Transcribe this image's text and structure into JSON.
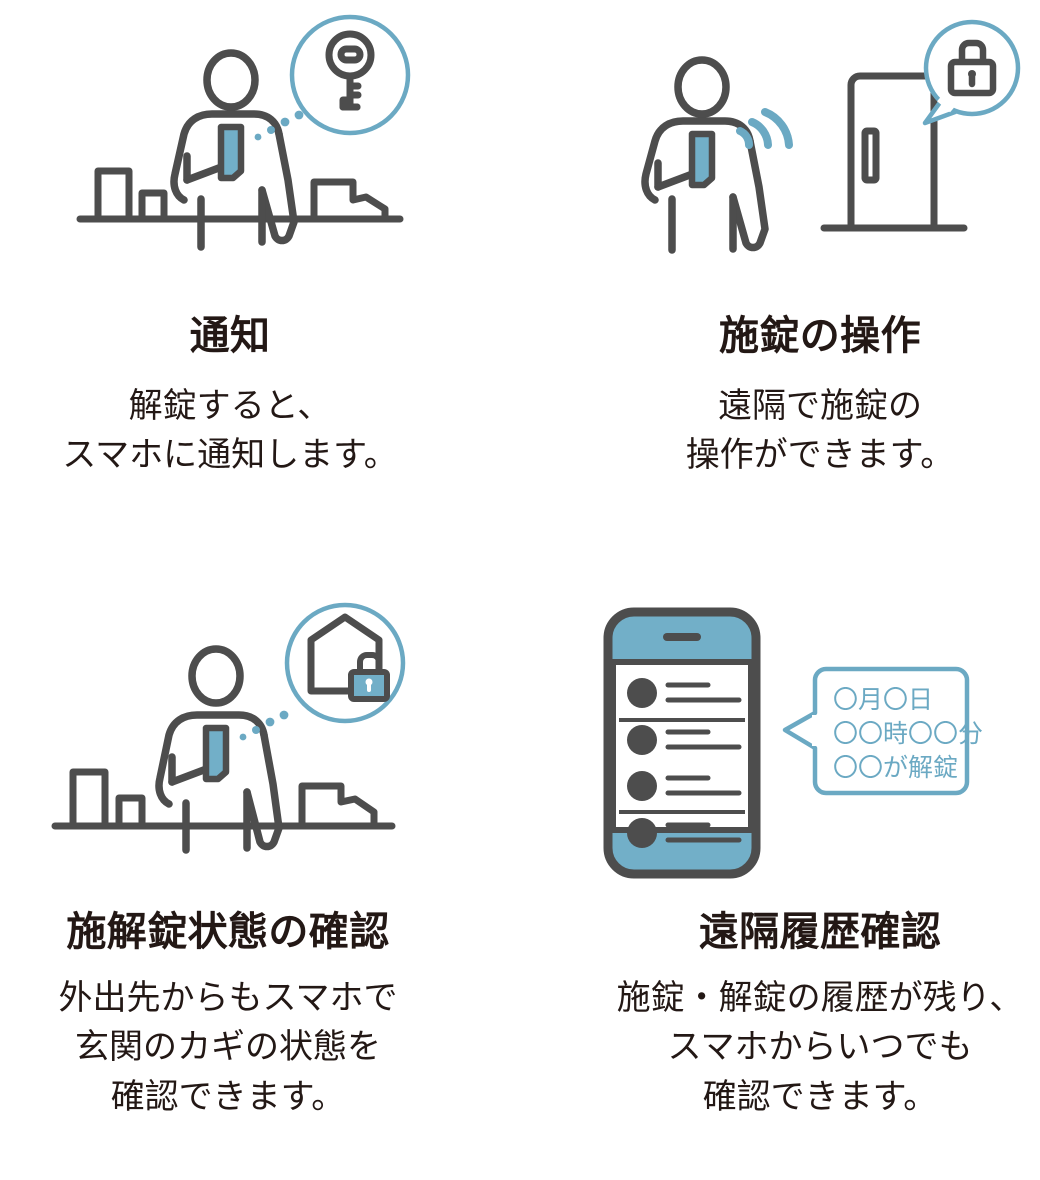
{
  "colors": {
    "ink": "#231815",
    "stroke_gray": "#4D4D4D",
    "accent_blue": "#6BA9C3",
    "phone_blue": "#72AFC8",
    "white": "#FFFFFF"
  },
  "panels": [
    {
      "id": "notification",
      "title": "通知",
      "body_lines": [
        "解錠すると、",
        "スマホに通知します。"
      ],
      "illustration": {
        "name": "person-with-smartphone-key-badge",
        "icons": [
          "person-icon",
          "smartphone-icon",
          "key-icon",
          "signal-dots-icon",
          "townscape-icon"
        ]
      }
    },
    {
      "id": "lock-operation",
      "title": "施錠の操作",
      "body_lines": [
        "遠隔で施錠の",
        "操作ができます。"
      ],
      "illustration": {
        "name": "person-sending-signal-to-door",
        "icons": [
          "person-icon",
          "smartphone-icon",
          "wifi-waves-icon",
          "door-icon",
          "padlock-icon",
          "speech-bubble-icon"
        ]
      }
    },
    {
      "id": "lock-status-check",
      "title": "施解錠状態の確認",
      "body_lines": [
        "外出先からもスマホで",
        "玄関のカギの状態を",
        "確認できます。"
      ],
      "illustration": {
        "name": "person-with-smartphone-home-lock-badge",
        "icons": [
          "person-icon",
          "smartphone-icon",
          "house-lock-icon",
          "signal-dots-icon",
          "townscape-icon"
        ]
      }
    },
    {
      "id": "remote-history-check",
      "title": "遠隔履歴確認",
      "body_lines": [
        "施錠・解錠の履歴が残り、",
        "スマホからいつでも",
        "確認できます。"
      ],
      "illustration": {
        "name": "smartphone-history-list-with-callout",
        "icons": [
          "smartphone-icon",
          "list-item-icon",
          "speech-balloon-icon"
        ],
        "callout_lines": [
          "〇月〇日",
          "〇〇時〇〇分",
          "〇〇が解錠"
        ],
        "list_rows": 4
      }
    }
  ]
}
